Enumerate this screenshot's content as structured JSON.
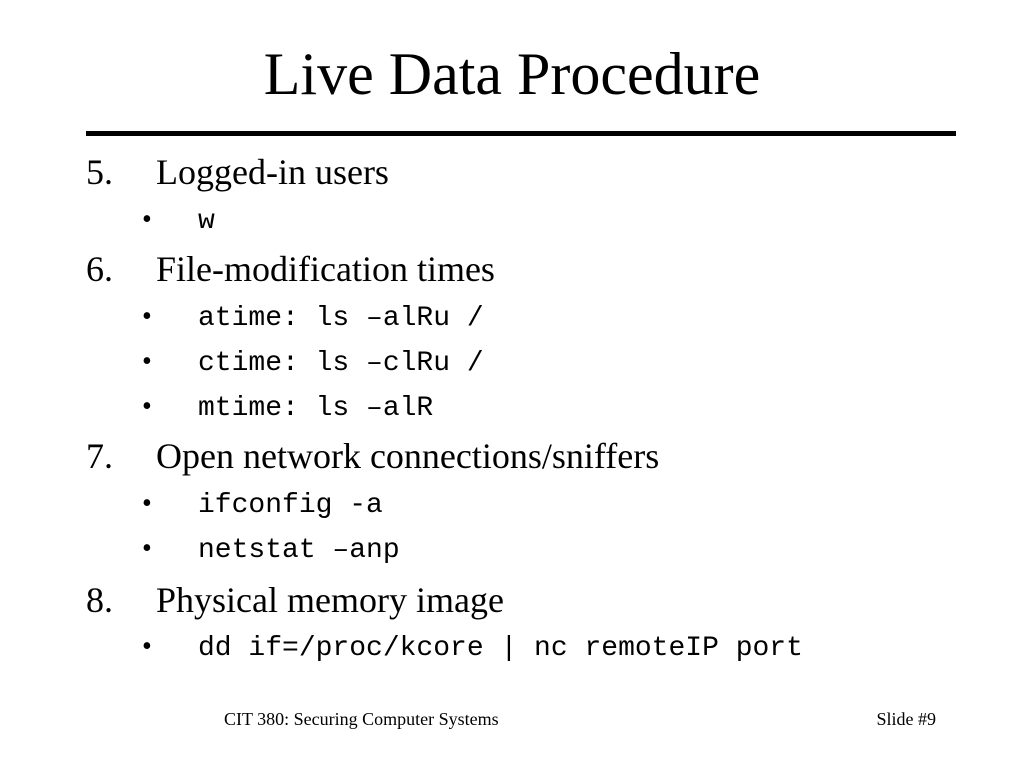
{
  "slide": {
    "title": "Live Data Procedure"
  },
  "items": [
    {
      "number": "5.",
      "label": "Logged-in users",
      "bullets": [
        "w"
      ]
    },
    {
      "number": "6.",
      "label": "File-modification times",
      "bullets": [
        "atime: ls –alRu /",
        "ctime: ls –clRu /",
        "mtime: ls –alR"
      ]
    },
    {
      "number": "7.",
      "label": "Open network connections/sniffers",
      "bullets": [
        "ifconfig -a",
        "netstat –anp"
      ]
    },
    {
      "number": "8.",
      "label": "Physical memory image",
      "bullets": [
        "dd if=/proc/kcore | nc remoteIP port"
      ]
    }
  ],
  "bullet_glyph": "•",
  "footer": {
    "course": "CIT 380: Securing Computer Systems",
    "slide_number": "Slide #9"
  }
}
